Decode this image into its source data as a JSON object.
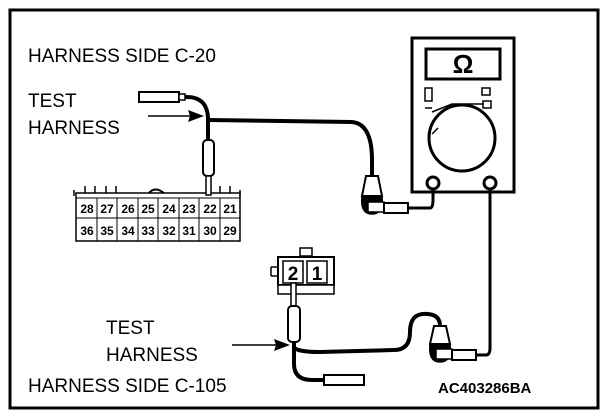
{
  "labels": {
    "harness_c20": "HARNESS SIDE C-20",
    "test_harness_top_line1": "TEST",
    "test_harness_top_line2": "HARNESS",
    "test_harness_bottom_line1": "TEST",
    "test_harness_bottom_line2": "HARNESS",
    "harness_c105": "HARNESS SIDE C-105",
    "figure_code": "AC403286BA"
  },
  "multimeter": {
    "symbol": "Ω"
  },
  "connector_c20": {
    "row_top": [
      "28",
      "27",
      "26",
      "25",
      "24",
      "23",
      "22",
      "21"
    ],
    "row_bottom": [
      "36",
      "35",
      "34",
      "33",
      "32",
      "31",
      "30",
      "29"
    ]
  },
  "connector_c105": {
    "pins": [
      "2",
      "1"
    ]
  }
}
